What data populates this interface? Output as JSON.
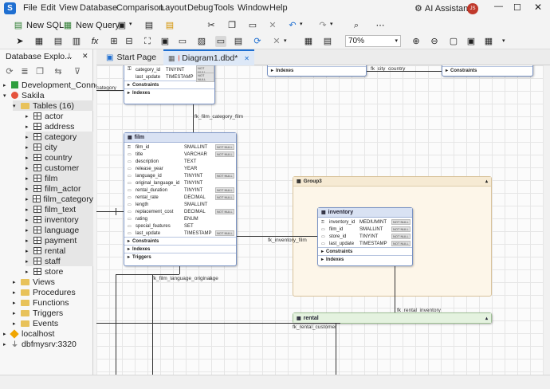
{
  "menu": [
    "File",
    "Edit",
    "View",
    "Database",
    "Comparison",
    "Layout",
    "Debug",
    "Tools",
    "Window",
    "Help"
  ],
  "ai_assistant": "AI Assistant",
  "user_initials": "JS",
  "toolbar": {
    "new_sql": "New SQL",
    "new_query": "New Query",
    "zoom": "70%"
  },
  "left_panel": {
    "title": "Database Explo...",
    "tree": [
      {
        "label": "Development_Conne",
        "indent": 0
      },
      {
        "label": "Sakila",
        "indent": 0
      },
      {
        "label": "Tables (16)",
        "indent": 1
      },
      {
        "label": "actor",
        "indent": 2
      },
      {
        "label": "address",
        "indent": 2
      },
      {
        "label": "category",
        "indent": 2
      },
      {
        "label": "city",
        "indent": 2
      },
      {
        "label": "country",
        "indent": 2
      },
      {
        "label": "customer",
        "indent": 2
      },
      {
        "label": "film",
        "indent": 2
      },
      {
        "label": "film_actor",
        "indent": 2
      },
      {
        "label": "film_category",
        "indent": 2
      },
      {
        "label": "film_text",
        "indent": 2
      },
      {
        "label": "inventory",
        "indent": 2
      },
      {
        "label": "language",
        "indent": 2
      },
      {
        "label": "payment",
        "indent": 2
      },
      {
        "label": "rental",
        "indent": 2
      },
      {
        "label": "staff",
        "indent": 2
      },
      {
        "label": "store",
        "indent": 2
      },
      {
        "label": "Views",
        "indent": 1
      },
      {
        "label": "Procedures",
        "indent": 1
      },
      {
        "label": "Functions",
        "indent": 1
      },
      {
        "label": "Triggers",
        "indent": 1
      },
      {
        "label": "Events",
        "indent": 1
      },
      {
        "label": "localhost",
        "indent": 0
      },
      {
        "label": "dbfmysrv:3320",
        "indent": 0
      }
    ]
  },
  "tabs": [
    {
      "label": "Start Page"
    },
    {
      "label": "Diagram1.dbd*"
    }
  ],
  "diagram": {
    "category_partial": {
      "rows": [
        {
          "name": "category_id",
          "type": "TINYINT",
          "nn": "NOT NULL"
        },
        {
          "name": "last_update",
          "type": "TIMESTAMP",
          "nn": "NOT NULL"
        }
      ],
      "sections": [
        "Constraints",
        "Indexes"
      ]
    },
    "film": {
      "title": "film",
      "rows": [
        {
          "name": "film_id",
          "type": "SMALLINT",
          "nn": "NOT NULL"
        },
        {
          "name": "title",
          "type": "VARCHAR",
          "nn": "NOT NULL"
        },
        {
          "name": "description",
          "type": "TEXT",
          "nn": ""
        },
        {
          "name": "release_year",
          "type": "YEAR",
          "nn": ""
        },
        {
          "name": "language_id",
          "type": "TINYINT",
          "nn": "NOT NULL"
        },
        {
          "name": "original_language_id",
          "type": "TINYINT",
          "nn": ""
        },
        {
          "name": "rental_duration",
          "type": "TINYINT",
          "nn": "NOT NULL"
        },
        {
          "name": "rental_rate",
          "type": "DECIMAL",
          "nn": "NOT NULL"
        },
        {
          "name": "length",
          "type": "SMALLINT",
          "nn": ""
        },
        {
          "name": "replacement_cost",
          "type": "DECIMAL",
          "nn": "NOT NULL"
        },
        {
          "name": "rating",
          "type": "ENUM",
          "nn": ""
        },
        {
          "name": "special_features",
          "type": "SET",
          "nn": ""
        },
        {
          "name": "last_update",
          "type": "TIMESTAMP",
          "nn": "NOT NULL"
        }
      ],
      "sections": [
        "Constraints",
        "Indexes",
        "Triggers"
      ]
    },
    "inventory": {
      "title": "inventory",
      "rows": [
        {
          "name": "inventory_id",
          "type": "MEDIUMINT",
          "nn": "NOT NULL"
        },
        {
          "name": "film_id",
          "type": "SMALLINT",
          "nn": "NOT NULL"
        },
        {
          "name": "store_id",
          "type": "TINYINT",
          "nn": "NOT NULL"
        },
        {
          "name": "last_update",
          "type": "TIMESTAMP",
          "nn": "NOT NULL"
        }
      ],
      "sections": [
        "Constraints",
        "Indexes"
      ]
    },
    "group3": "Group3",
    "rental": "rental",
    "top_indexes": "Indexes",
    "top_constraints": "Constraints",
    "labels": {
      "fk_film_category_film": "fk_film_category_film",
      "fk_inventory_film": "fk_inventory_film",
      "fk_film_language_original": "fk_film_language_original",
      "age": "age",
      "fk_rental_inventory": "fk_rental_inventory",
      "fk_rental_customer": "fk_rental_customer",
      "fk_city_country": "fk_city_country",
      "category_cut": "category"
    }
  },
  "colors": {
    "accent": "#1f6fd1",
    "entity_border": "#7a93c4",
    "entity_header": "#d9e2f3",
    "group_bg": "#fdf6e9",
    "rental_header": "#e4f2df"
  }
}
